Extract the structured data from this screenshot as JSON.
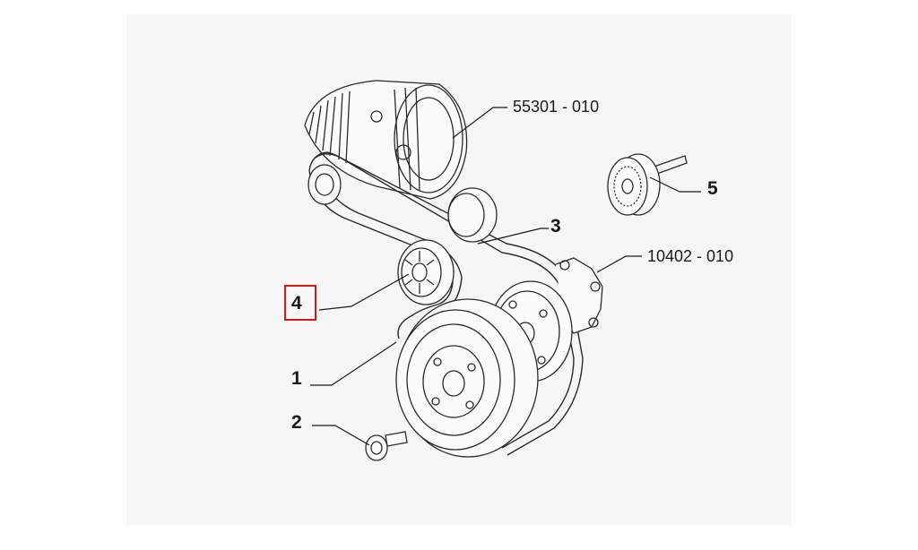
{
  "labels": {
    "alternator_code": "55301 - 010",
    "water_pump_code": "10402 - 010",
    "part_1": "1",
    "part_2": "2",
    "part_3": "3",
    "part_4": "4",
    "part_5": "5"
  },
  "highlighted_part": "4",
  "colors": {
    "highlight": "#d11a1a",
    "line": "#1a1a1a",
    "panel": "#f6f6f6"
  }
}
